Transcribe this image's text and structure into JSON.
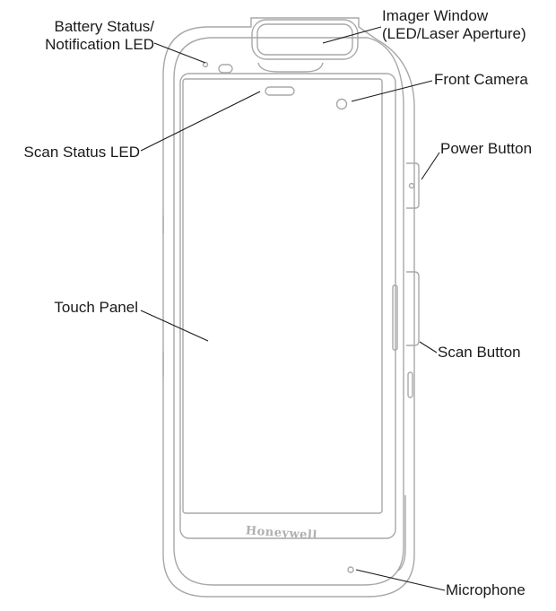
{
  "callouts": {
    "battery_led": [
      "Battery Status/",
      "Notification LED"
    ],
    "imager_window": [
      "Imager Window",
      "(LED/Laser Aperture)"
    ],
    "front_camera": "Front Camera",
    "scan_status_led": "Scan Status LED",
    "power_button": "Power Button",
    "touch_panel": "Touch Panel",
    "scan_button": "Scan Button",
    "microphone": "Microphone"
  },
  "device": {
    "brand": "Honeywell"
  },
  "colors": {
    "outline": "#a8a8a8",
    "leader_line": "#1a1a1a",
    "text": "#1a1a1a"
  }
}
